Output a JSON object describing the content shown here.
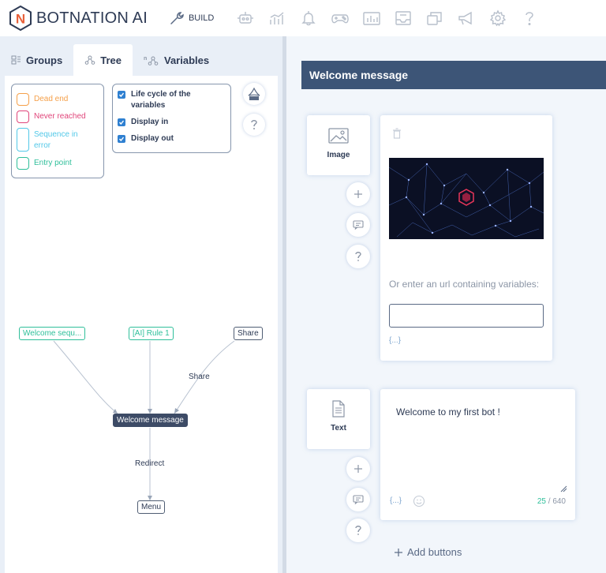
{
  "app": {
    "logo_letter": "N",
    "logo_name": "BOTNATION",
    "logo_suffix": "AI",
    "build_label": "BUILD",
    "nav_icons": [
      "robot-icon",
      "stats-icon",
      "bell-icon",
      "gamepad-icon",
      "chart-icon",
      "inbox-icon",
      "copy-icon",
      "megaphone-icon",
      "gear-icon",
      "help-icon"
    ]
  },
  "left": {
    "tabs": [
      {
        "label": "Groups",
        "icon": "groups-icon"
      },
      {
        "label": "Tree",
        "icon": "tree-icon"
      },
      {
        "label": "Variables",
        "icon": "variables-icon"
      }
    ],
    "active_tab": "Tree",
    "legend": [
      {
        "label": "Dead end",
        "color": "#f5a04a"
      },
      {
        "label": "Never reached",
        "color": "#e0457a"
      },
      {
        "label": "Sequence in error",
        "color": "#52c8e8"
      },
      {
        "label": "Entry point",
        "color": "#2fbf9a"
      }
    ],
    "options": [
      {
        "label": "Life cycle of the variables",
        "checked": true
      },
      {
        "label": "Display in",
        "checked": true
      },
      {
        "label": "Display out",
        "checked": true
      }
    ],
    "tree": {
      "nodes": {
        "welcome_seq": "Welcome sequ...",
        "ai_rule": "[AI] Rule 1",
        "share": "Share",
        "welcome_message": "Welcome message",
        "menu": "Menu"
      },
      "edge_labels": {
        "share": "Share",
        "redirect": "Redirect"
      }
    }
  },
  "right": {
    "header_title": "Welcome message",
    "image_card": {
      "type_label": "Image",
      "url_label": "Or enter an url containing variables:",
      "url_value": "",
      "vars_label": "{...}"
    },
    "text_card": {
      "type_label": "Text",
      "text_value": "Welcome to my first bot !",
      "vars_label": "{...}",
      "char_count": "25",
      "char_max": "640",
      "char_sep": "/"
    },
    "add_buttons_label": "Add buttons"
  },
  "colors": {
    "accent": "#3d5577",
    "entry_green": "#2fbf9a",
    "checkbox_blue": "#2f80d1"
  }
}
